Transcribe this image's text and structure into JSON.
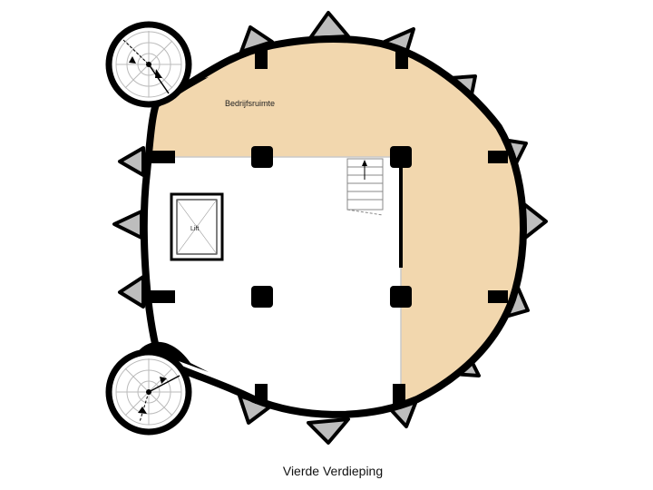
{
  "floor_title": "Vierde Verdieping",
  "rooms": {
    "business_space": "Bedrijfsruimte",
    "lift": "Lift"
  },
  "colors": {
    "business_fill": "#f2d7ae",
    "wall": "#000000",
    "spike_fill": "#bdbdbd",
    "floor": "#ffffff"
  }
}
